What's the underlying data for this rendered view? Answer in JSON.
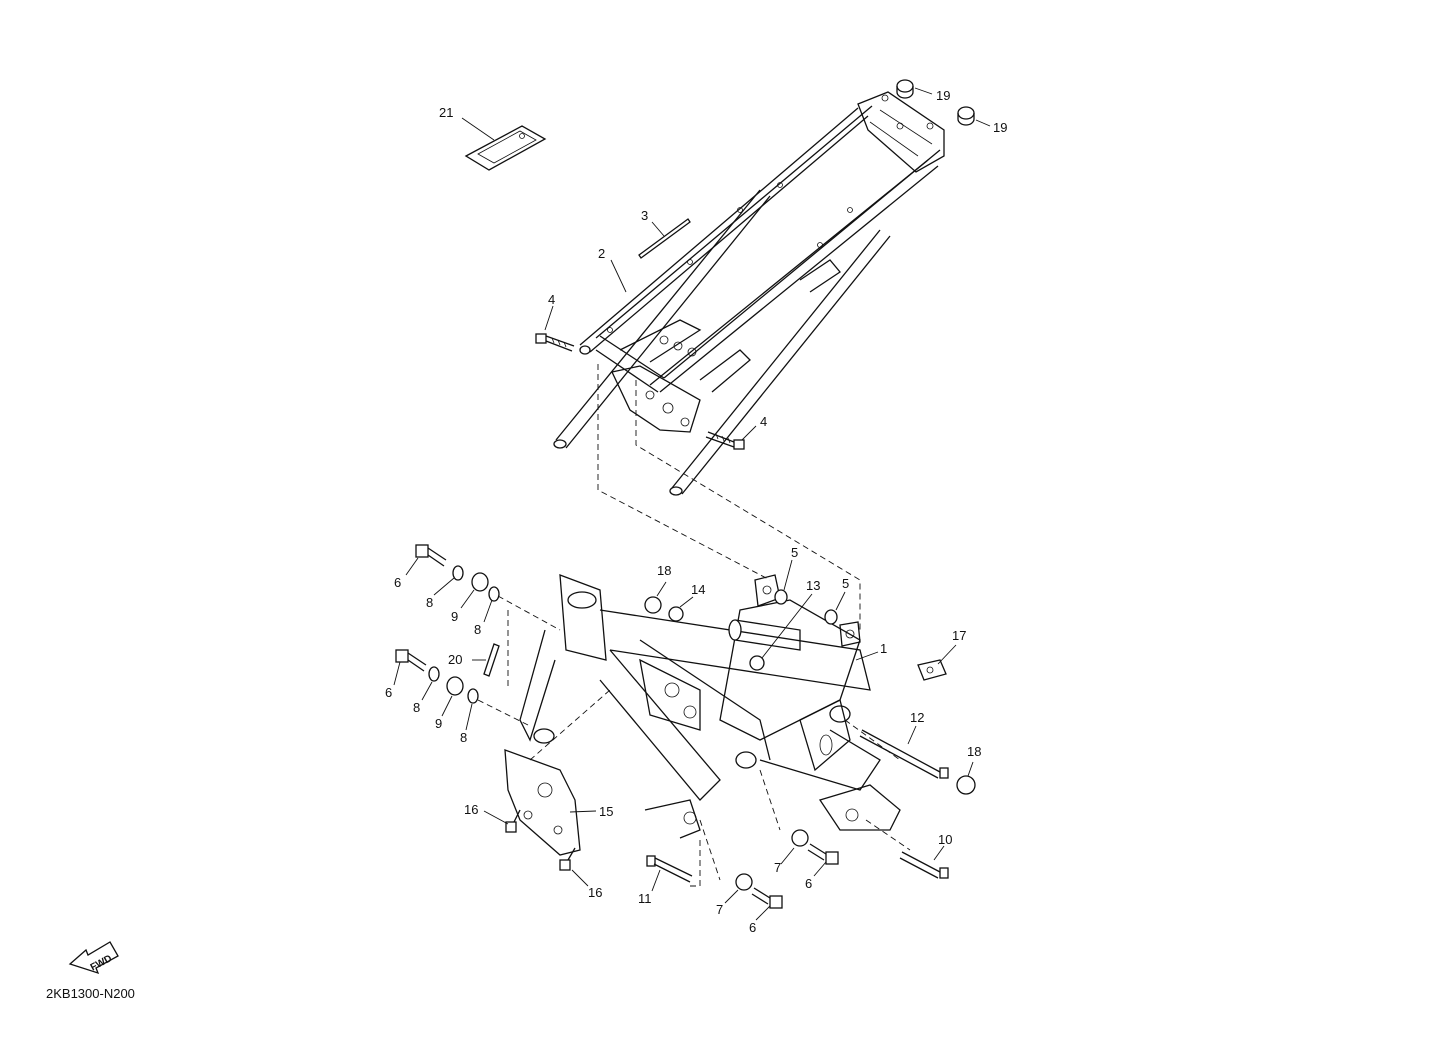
{
  "diagram_code": "2KB1300-N200",
  "fwd_label": "FWD",
  "callouts": [
    {
      "id": "c21",
      "label": "21"
    },
    {
      "id": "c19a",
      "label": "19"
    },
    {
      "id": "c19b",
      "label": "19"
    },
    {
      "id": "c3",
      "label": "3"
    },
    {
      "id": "c2",
      "label": "2"
    },
    {
      "id": "c4a",
      "label": "4"
    },
    {
      "id": "c4b",
      "label": "4"
    },
    {
      "id": "c6a",
      "label": "6"
    },
    {
      "id": "c8a",
      "label": "8"
    },
    {
      "id": "c9a",
      "label": "9"
    },
    {
      "id": "c8b",
      "label": "8"
    },
    {
      "id": "c18a",
      "label": "18"
    },
    {
      "id": "c14",
      "label": "14"
    },
    {
      "id": "c5a",
      "label": "5"
    },
    {
      "id": "c13",
      "label": "13"
    },
    {
      "id": "c5b",
      "label": "5"
    },
    {
      "id": "c1",
      "label": "1"
    },
    {
      "id": "c17",
      "label": "17"
    },
    {
      "id": "c20",
      "label": "20"
    },
    {
      "id": "c6b",
      "label": "6"
    },
    {
      "id": "c8c",
      "label": "8"
    },
    {
      "id": "c9b",
      "label": "9"
    },
    {
      "id": "c8d",
      "label": "8"
    },
    {
      "id": "c12",
      "label": "12"
    },
    {
      "id": "c18b",
      "label": "18"
    },
    {
      "id": "c16a",
      "label": "16"
    },
    {
      "id": "c15",
      "label": "15"
    },
    {
      "id": "c10",
      "label": "10"
    },
    {
      "id": "c7a",
      "label": "7"
    },
    {
      "id": "c6c",
      "label": "6"
    },
    {
      "id": "c11",
      "label": "11"
    },
    {
      "id": "c16b",
      "label": "16"
    },
    {
      "id": "c7b",
      "label": "7"
    },
    {
      "id": "c6d",
      "label": "6"
    }
  ]
}
